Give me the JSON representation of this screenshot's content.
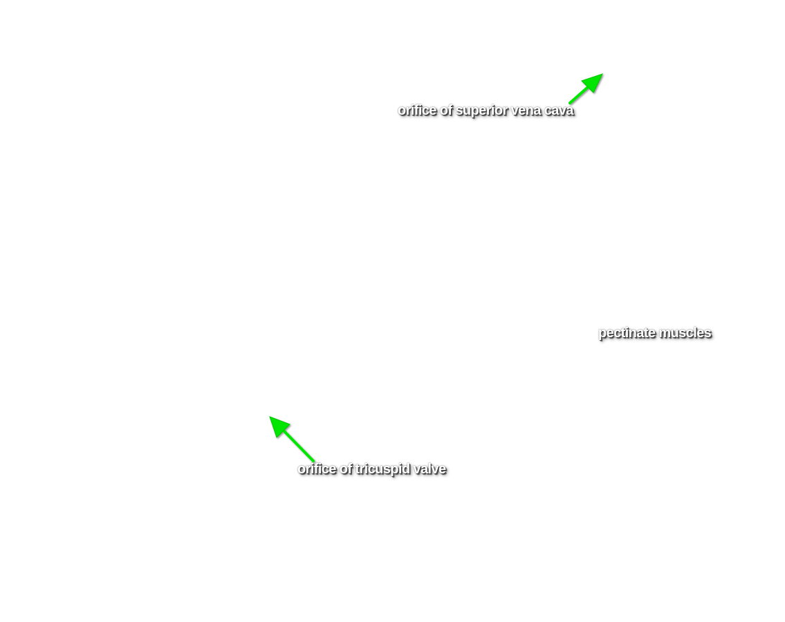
{
  "labels": {
    "superior_vena_cava": "orifice of superior vena cava",
    "pectinate_muscles": "pectinate muscles",
    "tricuspid_valve": "orifice of tricuspid valve"
  },
  "arrow_icon": "arrow-icon",
  "colors": {
    "arrow_fill": "#00e600",
    "label_text": "#ffffff",
    "label_shadow": "#3a3a3a",
    "background": "#ffffff"
  }
}
